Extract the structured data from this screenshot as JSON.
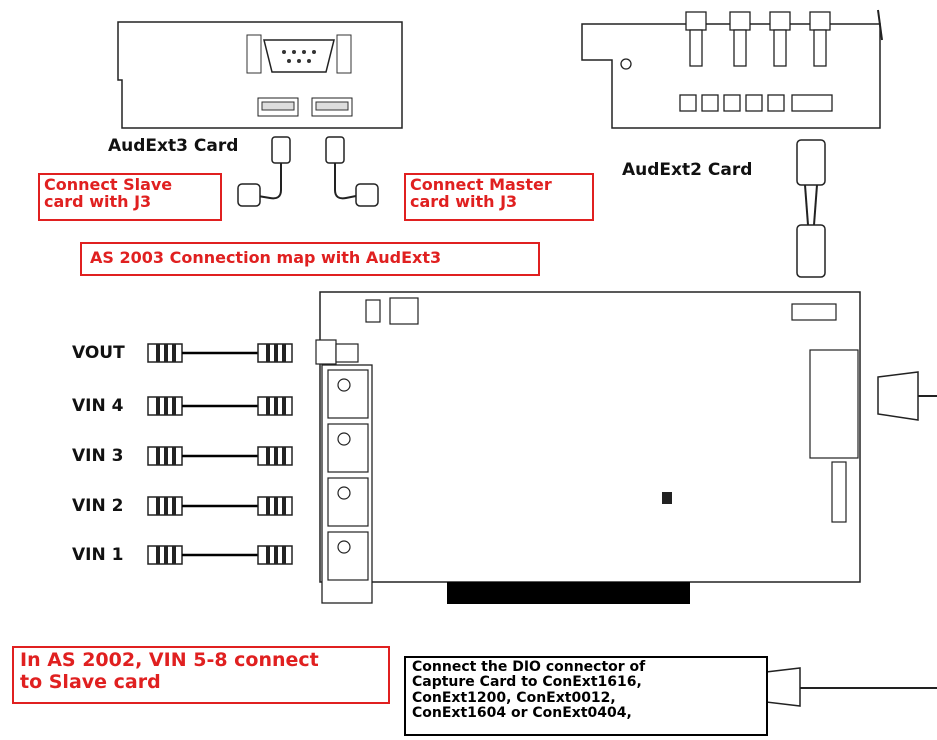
{
  "labels": {
    "audext3_card": "AudExt3 Card",
    "audext2_card": "AudExt2 Card"
  },
  "notes": {
    "connect_slave": [
      "Connect Slave",
      "card with J3"
    ],
    "connect_master": [
      "Connect Master",
      "card with J3"
    ],
    "map_title": "AS 2003 Connection map with AudExt3",
    "as2002": [
      "In  AS 2002, VIN 5-8 connect",
      "to Slave card"
    ],
    "dio": [
      "Connect the DIO connector of",
      "Capture Card to ConExt1616,",
      "ConExt1200, ConExt0012,",
      "ConExt1604 or ConExt0404,"
    ]
  },
  "ports": [
    "VOUT",
    "VIN 4",
    "VIN 3",
    "VIN 2",
    "VIN 1"
  ],
  "colors": {
    "note_red": "#e02020",
    "line": "#000000"
  },
  "icons": [
    "cable-connector-icon",
    "ribbon-plug-icon",
    "db9-connector-icon"
  ]
}
